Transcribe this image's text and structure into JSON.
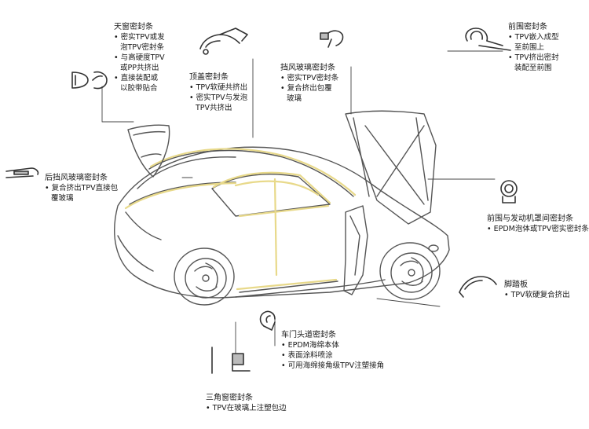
{
  "colors": {
    "outline": "#555555",
    "seal_highlight": "#e8d98a",
    "leader": "#444444"
  },
  "callouts": {
    "sunroof": {
      "title": "天窗密封条",
      "items": [
        [
          "密实TPV或发",
          "泡TPV密封条"
        ],
        [
          "与高硬度TPV",
          "或PP共挤出"
        ],
        [
          "直接装配或",
          "以胶带贴合"
        ]
      ]
    },
    "roof": {
      "title": "顶盖密封条",
      "items": [
        [
          "TPV软硬共挤出"
        ],
        [
          "密实TPV与发泡",
          "TPV共挤出"
        ]
      ]
    },
    "windshield": {
      "title": "挡风玻璃密封条",
      "items": [
        [
          "密实TPV密封条"
        ],
        [
          "复合挤出包覆",
          "玻璃"
        ]
      ]
    },
    "front_bumper": {
      "title": "前围密封条",
      "items": [
        [
          "TPV嵌入成型",
          "至前围上"
        ],
        [
          "TPV挤出密封",
          "装配至前围"
        ]
      ]
    },
    "rear_windshield": {
      "title": "后挡风玻璃密封条",
      "items": [
        [
          "复合挤出TPV直接包",
          "覆玻璃"
        ]
      ]
    },
    "hood": {
      "title": "前围与发动机罩间密封条",
      "items": [
        [
          "EPDM泡体或TPV密实密封条"
        ]
      ]
    },
    "step": {
      "title": "脚踏板",
      "items": [
        [
          "TPV软硬复合挤出"
        ]
      ]
    },
    "door": {
      "title": "车门头道密封条",
      "items": [
        [
          "EPDM海绵本体"
        ],
        [
          "表面涂料喷涂"
        ],
        [
          "可用海绵接角级TPV注塑接角"
        ]
      ]
    },
    "quarter_glass": {
      "title": "三角窗密封条",
      "items": [
        [
          "TPV在玻璃上注塑包边"
        ]
      ]
    }
  }
}
